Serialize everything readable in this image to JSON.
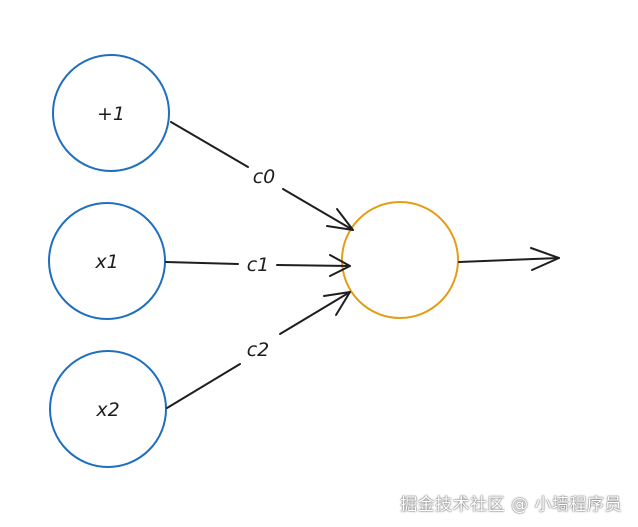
{
  "nodes": {
    "bias": {
      "label": "+1"
    },
    "x1": {
      "label": "x1"
    },
    "x2": {
      "label": "x2"
    }
  },
  "edges": {
    "c0": {
      "label": "c0"
    },
    "c1": {
      "label": "c1"
    },
    "c2": {
      "label": "c2"
    }
  },
  "colors": {
    "input_stroke": "#1f6fbf",
    "output_stroke": "#e39d16",
    "arrow": "#1e1e1e"
  },
  "watermark": "掘金技术社区 @ 小墙程序员"
}
